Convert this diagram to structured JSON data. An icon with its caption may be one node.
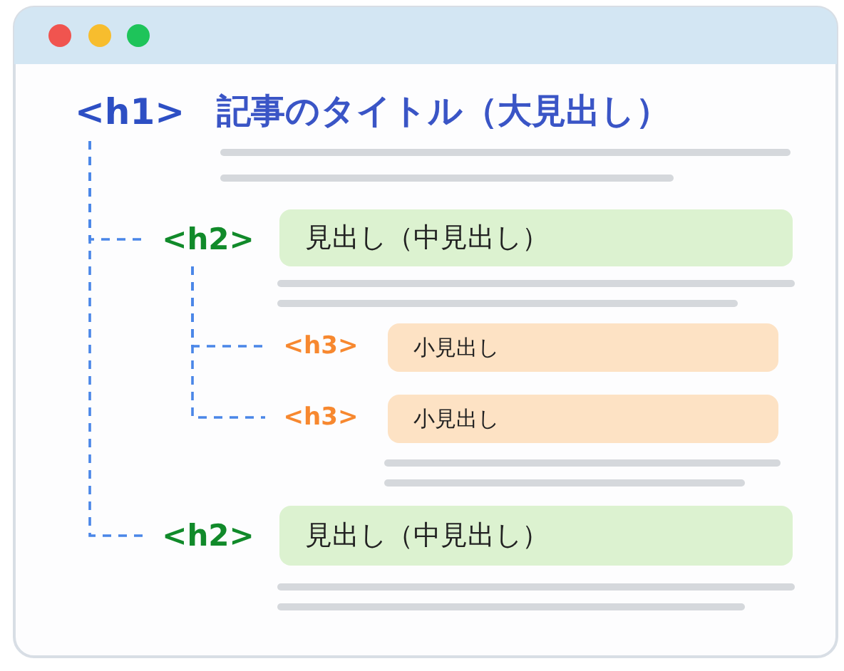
{
  "diagram": {
    "nodes": [
      {
        "text": [
          "<h1>"
        ]
      },
      {
        "text": [
          "<h2>"
        ]
      },
      {
        "text": [
          "見出し（中見出し）"
        ]
      },
      {
        "text": [
          "<h3>"
        ]
      },
      {
        "text": [
          "小見出し"
        ]
      },
      {
        "text": [
          "<h3>"
        ]
      },
      {
        "text": [
          "小見出し"
        ]
      },
      {
        "text": [
          "<h2>"
        ]
      },
      {
        "text": [
          "見出し（中見出し）"
        ]
      }
    ],
    "edges": [
      {
        "from": 0,
        "to": 1,
        "arrow": "none",
        "style": "dashed"
      },
      {
        "from": 1,
        "to": 3,
        "arrow": "none",
        "style": "dashed"
      },
      {
        "from": 1,
        "to": 5,
        "arrow": "none",
        "style": "dashed"
      },
      {
        "from": 0,
        "to": 7,
        "arrow": "none",
        "style": "dashed"
      }
    ],
    "labels": [
      "記事のタイトル（大見出し）"
    ]
  }
}
